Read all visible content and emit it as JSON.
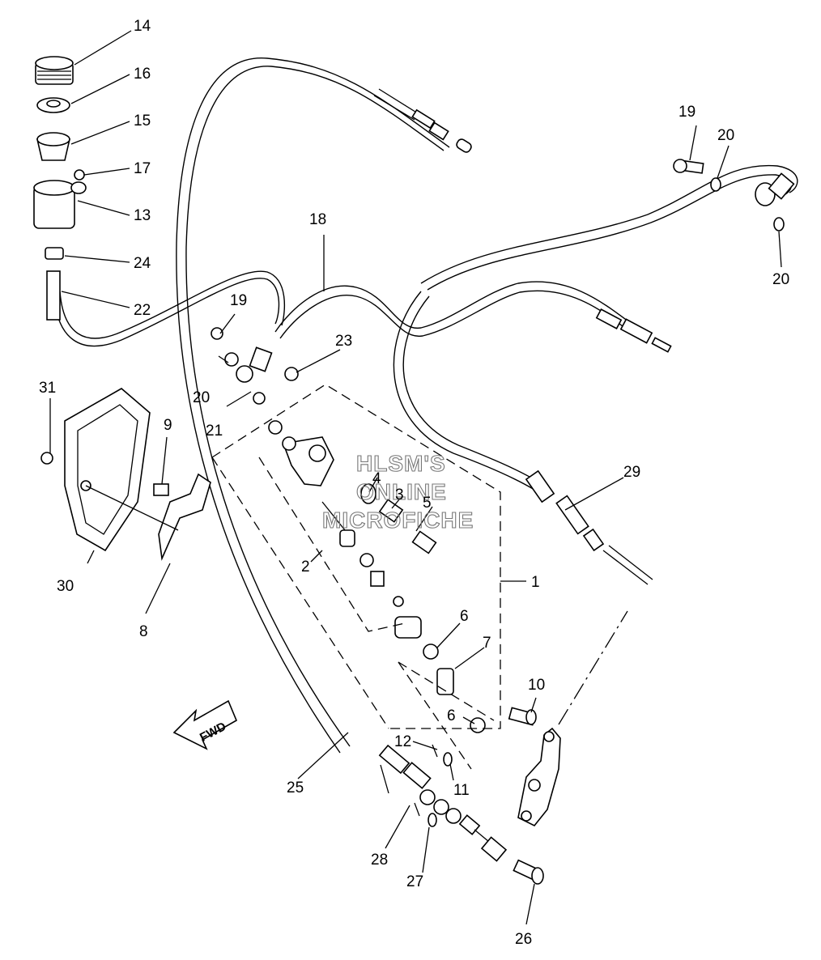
{
  "diagram": {
    "callouts": {
      "c1": "1",
      "c2": "2",
      "c3": "3",
      "c4": "4",
      "c5": "5",
      "c6a": "6",
      "c6b": "6",
      "c7": "7",
      "c8": "8",
      "c9": "9",
      "c10": "10",
      "c11": "11",
      "c12": "12",
      "c13": "13",
      "c14": "14",
      "c15": "15",
      "c16": "16",
      "c17": "17",
      "c18": "18",
      "c19a": "19",
      "c19b": "19",
      "c20a": "20",
      "c20b": "20",
      "c20c": "20",
      "c21": "21",
      "c22": "22",
      "c23": "23",
      "c24": "24",
      "c25": "25",
      "c26": "26",
      "c27": "27",
      "c28": "28",
      "c29": "29",
      "c30": "30",
      "c31": "31"
    },
    "fwd_label": "FWD",
    "watermark": {
      "line1": "HLSM'S",
      "line2": "ONLINE",
      "line3": "MICROFICHE"
    }
  }
}
